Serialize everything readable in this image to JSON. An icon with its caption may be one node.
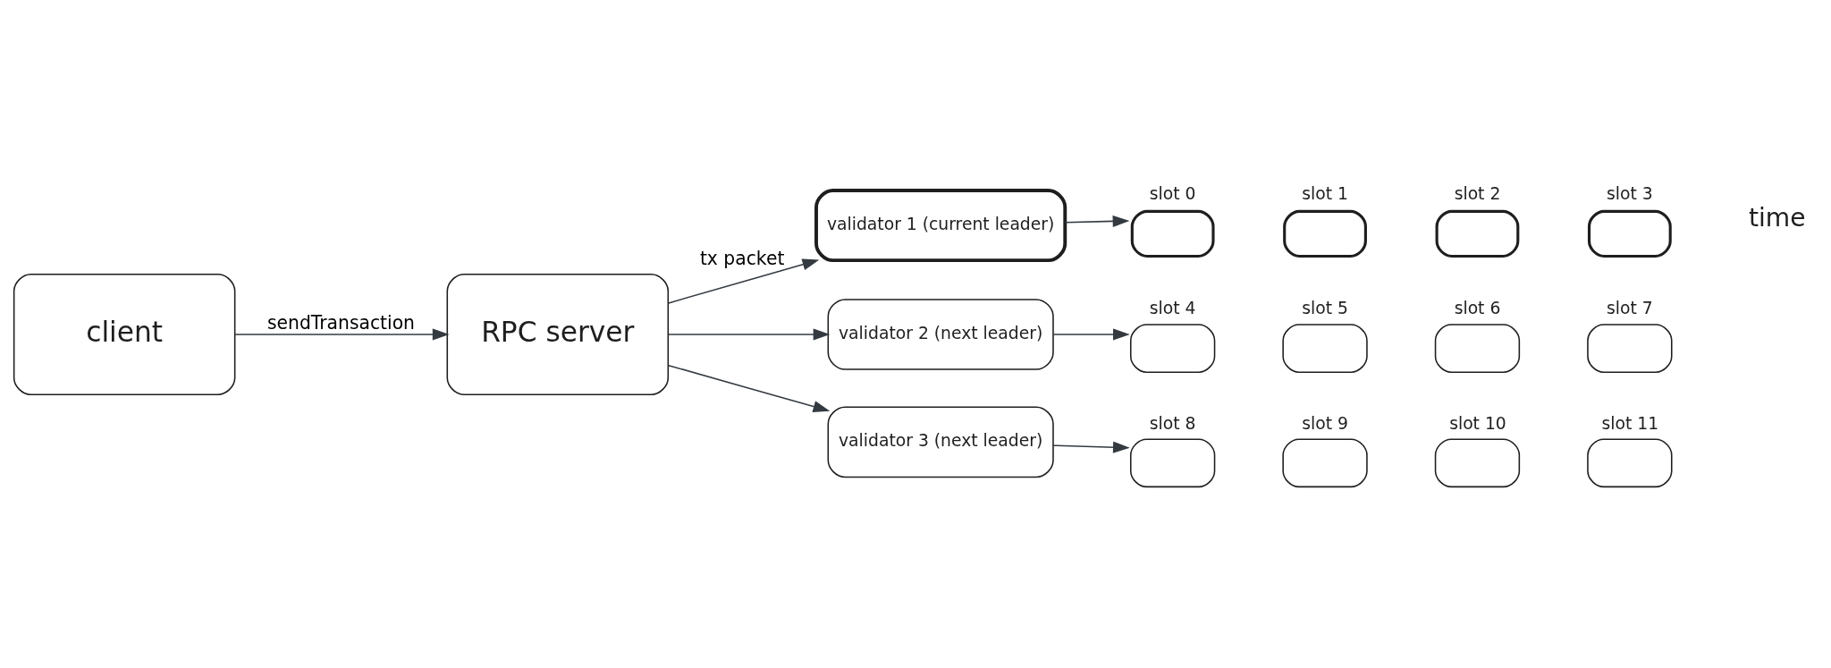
{
  "diagram": {
    "nodes": [
      {
        "text": [
          "client"
        ]
      },
      {
        "text": [
          "RPC server"
        ]
      },
      {
        "text": [
          "validator 1 (current leader)"
        ]
      },
      {
        "text": [
          "validator 2 (next leader)"
        ]
      },
      {
        "text": [
          "validator 3 (next leader)"
        ]
      },
      {
        "text": [],
        "shape": "box",
        "beside": [
          "slot 0"
        ]
      },
      {
        "text": [],
        "shape": "box",
        "beside": [
          "slot 1"
        ]
      },
      {
        "text": [],
        "shape": "box",
        "beside": [
          "slot 2"
        ]
      },
      {
        "text": [],
        "shape": "box",
        "beside": [
          "slot 3"
        ]
      },
      {
        "text": [],
        "shape": "box",
        "beside": [
          "slot 4"
        ]
      },
      {
        "text": [],
        "shape": "box",
        "beside": [
          "slot 5"
        ]
      },
      {
        "text": [],
        "shape": "box",
        "beside": [
          "slot 6"
        ]
      },
      {
        "text": [],
        "shape": "box",
        "beside": [
          "slot 7"
        ]
      },
      {
        "text": [],
        "shape": "box",
        "beside": [
          "slot 8"
        ]
      },
      {
        "text": [],
        "shape": "box",
        "beside": [
          "slot 9"
        ]
      },
      {
        "text": [],
        "shape": "box",
        "beside": [
          "slot 10"
        ]
      },
      {
        "text": [],
        "shape": "box",
        "beside": [
          "slot 11"
        ]
      }
    ],
    "edges": [
      {
        "from": 0,
        "to": 1,
        "arrow": "to",
        "label": "sendTransaction"
      },
      {
        "from": 1,
        "to": 2,
        "arrow": "to",
        "label": "tx packet"
      },
      {
        "from": 1,
        "to": 3,
        "arrow": "to"
      },
      {
        "from": 1,
        "to": 4,
        "arrow": "to"
      },
      {
        "from": 2,
        "to": 5,
        "arrow": "to"
      },
      {
        "from": 3,
        "to": 9,
        "arrow": "to"
      },
      {
        "from": 4,
        "to": 13,
        "arrow": "to"
      }
    ],
    "labels": [
      "time"
    ]
  }
}
